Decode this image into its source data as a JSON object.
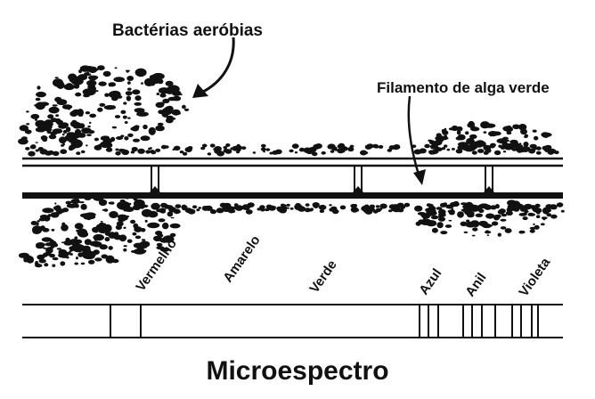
{
  "labels": {
    "bacteria": "Bactérias aeróbias",
    "filament": "Filamento de alga verde",
    "title": "Microespectro"
  },
  "spectrum": {
    "colors": [
      {
        "key": "vermelho",
        "label": "Vermelho"
      },
      {
        "key": "amarelo",
        "label": "Amarelo"
      },
      {
        "key": "verde",
        "label": "Verde"
      },
      {
        "key": "azul",
        "label": "Azul"
      },
      {
        "key": "anil",
        "label": "Anil"
      },
      {
        "key": "violeta",
        "label": "Violeta"
      }
    ]
  },
  "style": {
    "ink": "#111111",
    "background": "#ffffff"
  }
}
